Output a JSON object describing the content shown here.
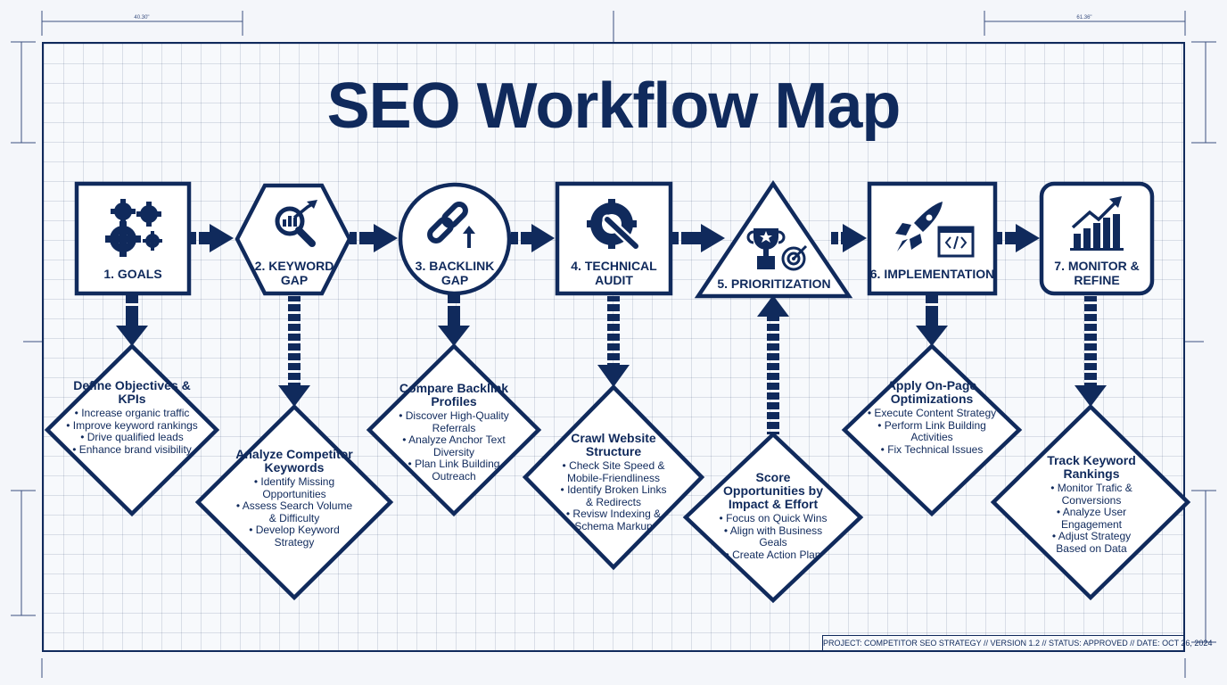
{
  "title": "SEO Workflow Map",
  "steps": [
    {
      "label": "1. GOALS",
      "icon": "gears-icon"
    },
    {
      "label": "2. KEYWORD GAP",
      "icon": "keyword-search-icon"
    },
    {
      "label": "3. BACKLINK GAP",
      "icon": "chain-link-icon"
    },
    {
      "label": "4. TECHNICAL AUDIT",
      "icon": "gear-wrench-icon"
    },
    {
      "label": "5. PRIORITIZATION",
      "icon": "trophy-target-icon"
    },
    {
      "label": "6. IMPLEMENTATION",
      "icon": "rocket-code-icon"
    },
    {
      "label": "7. MONITOR & REFINE",
      "icon": "growth-chart-icon"
    }
  ],
  "details": [
    {
      "title": "Define Objectives & KPIs",
      "items": [
        "Increase organic traffic",
        "Improve keyword rankings",
        "Drive qualified leads",
        "Enhance brand visibility"
      ]
    },
    {
      "title": "Analyze Competitor Keywords",
      "items": [
        "Identify Missing Opportunities",
        "Assess Search Volume & Difficulty",
        "Develop Keyword Strategy"
      ]
    },
    {
      "title": "Compare Backlink Profiles",
      "items": [
        "Discover High-Quality Referrals",
        "Analyze Anchor Text Diversity",
        "Plan Link Building Outreach"
      ]
    },
    {
      "title": "Crawl Website Structure",
      "items": [
        "Check Site Speed & Mobile-Friendliness",
        "Identify Broken Links & Redirects",
        "Revisw Indexing & Schema Markup"
      ]
    },
    {
      "title": "Score Opportunities by Impact & Effort",
      "items": [
        "Focus on Quick Wins",
        "Align with Business Geals",
        "Create Action Plan"
      ]
    },
    {
      "title": "Apply On-Page Optimizations",
      "items": [
        "Execute Content Strategy",
        "Perform Link Building Activities",
        "Fix Technical Issues"
      ]
    },
    {
      "title": "Track Keyword Rankings",
      "items": [
        "Monitor Trafic & Conversions",
        "Analyze User Engagement",
        "Adjust Strategy Based on Data"
      ]
    }
  ],
  "footer": "PROJECT: COMPETITOR SEO STRATEGY  //  VERSION 1.2  //  STATUS: APPROVED  //  DATE: OCT 26, 2024",
  "dimensions": {
    "top_left": "40.30\"",
    "top_right": "61.36\""
  },
  "colors": {
    "primary": "#102a5c",
    "grid": "#dfe5ef",
    "background": "#f7f9fc"
  }
}
